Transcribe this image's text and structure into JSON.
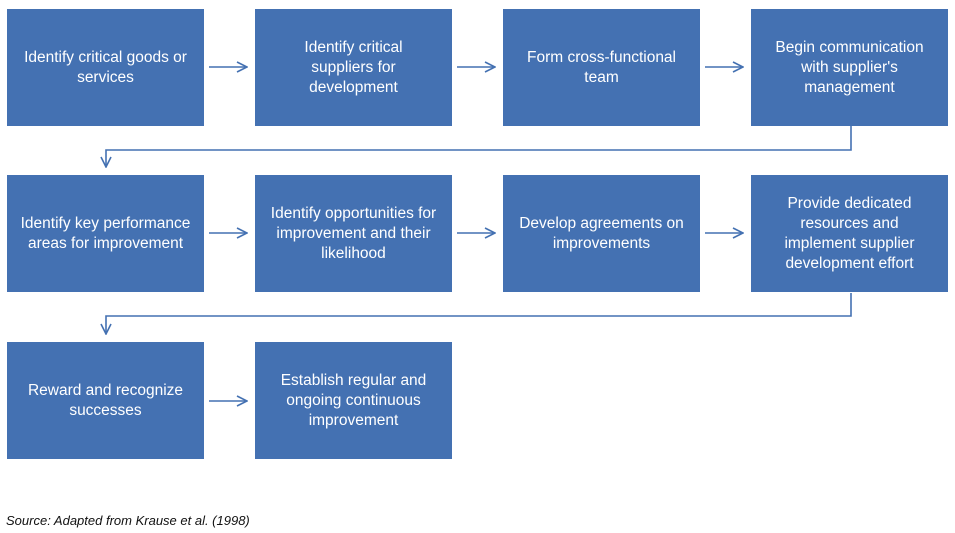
{
  "diagram": {
    "steps": [
      {
        "label": "Identify critical goods or services"
      },
      {
        "label": "Identify critical suppliers for development"
      },
      {
        "label": "Form cross-functional team"
      },
      {
        "label": "Begin communication with supplier's management"
      },
      {
        "label": "Identify key performance areas for improvement"
      },
      {
        "label": "Identify opportunities for improvement and their likelihood"
      },
      {
        "label": "Develop agreements on improvements"
      },
      {
        "label": "Provide dedicated resources and implement supplier development effort"
      },
      {
        "label": "Reward and recognize successes"
      },
      {
        "label": "Establish regular and ongoing continuous improvement"
      }
    ],
    "source": "Source: Adapted from Krause et al. (1998)",
    "colors": {
      "box": "#4471b2",
      "arrow": "#4471b2",
      "text": "#ffffff"
    }
  }
}
